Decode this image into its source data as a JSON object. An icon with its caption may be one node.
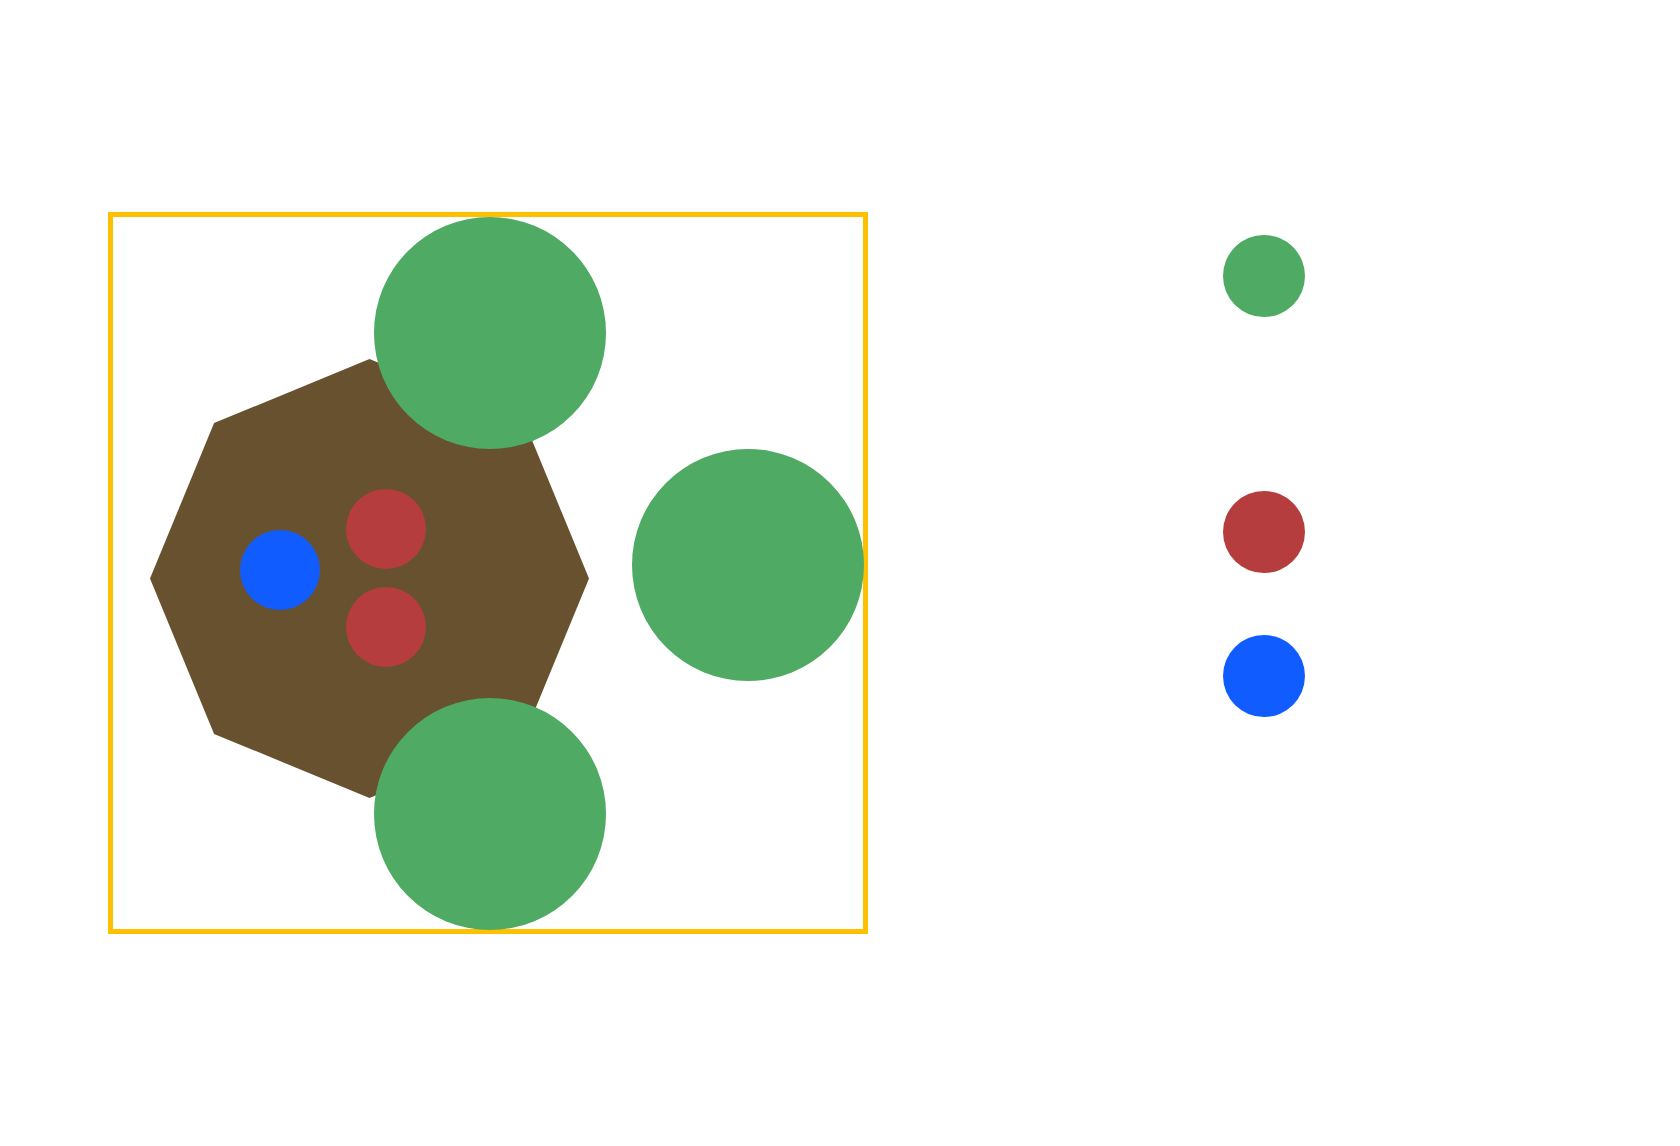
{
  "diagram": {
    "nodes": [
      {
        "text": [],
        "shape": "box"
      },
      {
        "text": [],
        "shape": "octagon",
        "in": 0
      },
      {
        "text": [],
        "shape": "circle",
        "in": 0
      },
      {
        "text": [],
        "shape": "circle",
        "in": 1
      },
      {
        "text": [],
        "shape": "circle",
        "in": 1
      },
      {
        "text": [],
        "shape": "circle",
        "in": 0
      },
      {
        "text": [],
        "shape": "circle",
        "in": 1
      },
      {
        "text": [],
        "shape": "circle",
        "in": 0
      },
      {
        "text": [],
        "shape": "circle"
      },
      {
        "text": [],
        "shape": "circle"
      },
      {
        "text": [],
        "shape": "circle"
      }
    ]
  }
}
